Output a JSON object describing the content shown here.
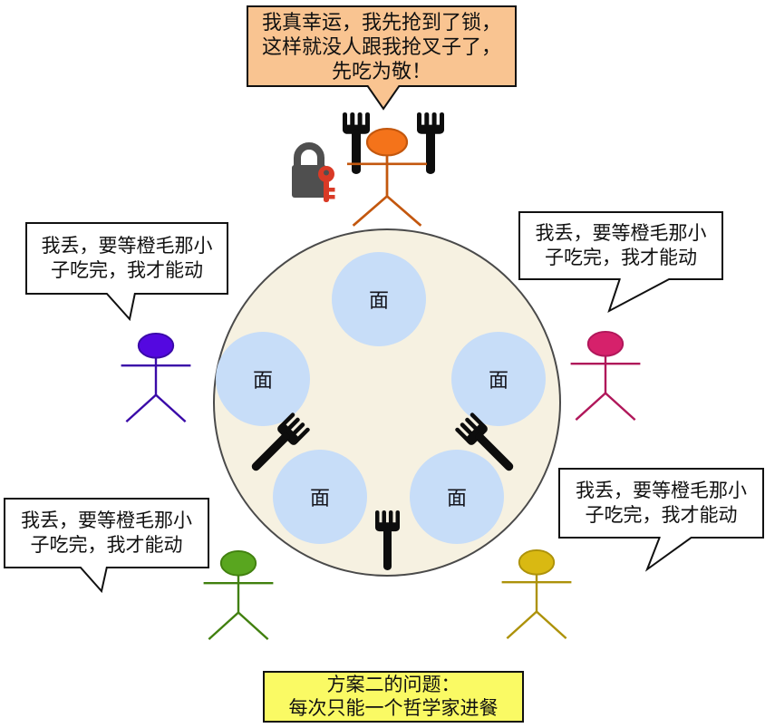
{
  "orange_bubble": {
    "lines": [
      "我真幸运，我先抢到了锁，",
      "这样就没人跟我抢叉子了，",
      "先吃为敬！"
    ],
    "bg_color": "#F9C491"
  },
  "waiting_bubbles": {
    "left": {
      "lines": [
        "我丢，要等橙毛那小",
        "子吃完，我才能动"
      ]
    },
    "right": {
      "lines": [
        "我丢，要等橙毛那小",
        "子吃完，我才能动"
      ]
    },
    "bottom_left": {
      "lines": [
        "我丢，要等橙毛那小",
        "子吃完，我才能动"
      ]
    },
    "bottom_right": {
      "lines": [
        "我丢，要等橙毛那小",
        "子吃完，我才能动"
      ]
    }
  },
  "table": {
    "dish_label": "面",
    "dish_count": 5,
    "bg_color": "#F6F1E1",
    "dish_color": "#C7DDF8"
  },
  "philosophers": {
    "orange": {
      "head_color": "#F4731A",
      "line_color": "#C3570E"
    },
    "purple": {
      "head_color": "#5408E0",
      "line_color": "#3A0AA8"
    },
    "magenta": {
      "head_color": "#D6216B",
      "line_color": "#B0175A"
    },
    "green": {
      "head_color": "#59A61F",
      "line_color": "#41800F"
    },
    "yellow": {
      "head_color": "#D9B912",
      "line_color": "#AD920A"
    }
  },
  "icons": {
    "lock_color": "#4F4F4F",
    "key_color": "#D93A26",
    "fork_color": "#0D0D0D"
  },
  "caption_box": {
    "lines": [
      "方案二的问题：",
      "每次只能一个哲学家进餐"
    ],
    "bg_color": "#FAFA64"
  }
}
